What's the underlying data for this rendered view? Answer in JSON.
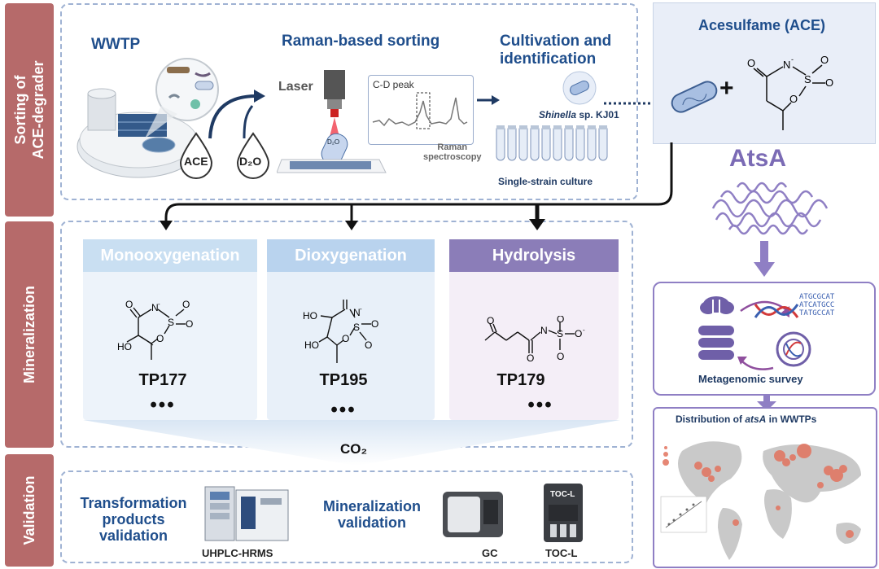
{
  "sidebar": {
    "section1": "Sorting of ACE-degrader",
    "section1_line1": "Sorting of",
    "section1_line2": "ACE-degrader",
    "section2": "Mineralization",
    "section3": "Validation"
  },
  "sorting": {
    "wwtp": "WWTP",
    "ace": "ACE",
    "d2o": "D₂O",
    "raman_title": "Raman-based sorting",
    "laser": "Laser",
    "cd_peak": "C-D peak",
    "raman_spec_line1": "Raman",
    "raman_spec_line2": "spectroscopy",
    "d2o_drop": "D₂O",
    "cultivation_line1": "Cultivation and",
    "cultivation_line2": "identification",
    "strain_italic": "Shinella",
    "strain_rest": " sp. KJ01",
    "single_strain": "Single-strain culture"
  },
  "acesulfame": {
    "title": "Acesulfame (ACE)",
    "plus": "+",
    "enzyme": "AtsA"
  },
  "mineralization": {
    "pathways": [
      {
        "name": "Monooxygenation",
        "product": "TP177",
        "dots": "•••"
      },
      {
        "name": "Dioxygenation",
        "product": "TP195",
        "dots": "•••"
      },
      {
        "name": "Hydrolysis",
        "product": "TP179",
        "dots": "•••"
      }
    ],
    "co2": "CO₂"
  },
  "validation": {
    "tp_line1": "Transformation",
    "tp_line2": "products",
    "tp_line3": "validation",
    "instrument1": "UHPLC-HRMS",
    "min_line1": "Mineralization",
    "min_line2": "validation",
    "instrument2": "GC",
    "instrument3": "TOC-L",
    "toc_badge": "TOC-L"
  },
  "metagenomic": {
    "label": "Metagenomic survey",
    "seq_lines": [
      "ATGCGCAT",
      "ATCATGCC",
      "TATGCCAT"
    ]
  },
  "distribution": {
    "title_pre": "Distribution of ",
    "title_italic": "atsA",
    "title_post": " in WWTPs"
  },
  "colors": {
    "sidebar": "#b66a6a",
    "mono_header": "#c9dff2",
    "dioxy_header": "#b9d3ee",
    "hydro_header": "#8b7db8",
    "purple": "#7b6bb5",
    "navy": "#1f4e8c"
  }
}
